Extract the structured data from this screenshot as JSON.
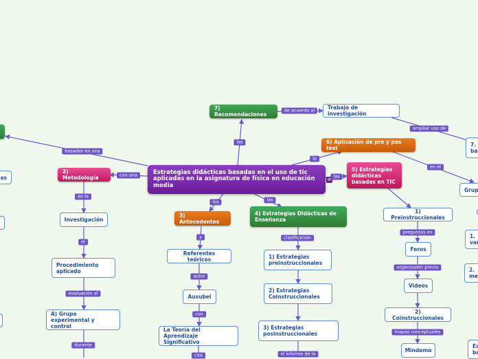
{
  "center": "Estrategias didácticas basadas en el uso de tic aplicadas en la asignatura de física en educación media",
  "nodes": {
    "recomendaciones": "7) Recomendaciones",
    "trabajo": "Trabajo de investigación",
    "aplicacion": "6) Aplicación de pre y pos test",
    "metodologia": "2) Metodología",
    "estrategias_tic": "5) Estrategias didácticas basadas en TIC",
    "antecedentes": "3) Antecedentes",
    "estrategias_ens": "4) Estrategias Didácticas de Enseñanza",
    "investigacion": "Investigación",
    "procedimiento": "Procedimiento aplicado",
    "grupo": "A) Grupo experimental y control",
    "referentes": "Referentes teóricos",
    "ausubel": "Ausubel",
    "teoria": "La Teoría del Aprendizaje Significativo",
    "preinstruccionales": "1) Estrategias preinstruccionales",
    "coinstruccionales": "2) Estrategias Coinstruccionales",
    "posinstruccionales": "3) Estrategias posinstruccionales",
    "preinstruccional_tic": "1) Preinstruccionales",
    "foros": "Foros",
    "videos": "Videos",
    "coinstruccional_tic": "2) Coinstruccionales",
    "mindomo": "Mindomo",
    "edge_1": "7.",
    "edge_1b": "ba",
    "edge_2": "Grup",
    "edge_3": "1.",
    "edge_3b": "var",
    "edge_4": "2.",
    "edge_4b": "me",
    "edge_5": "Es",
    "edge_5b": "ba",
    "edge_6": "as"
  },
  "labels": {
    "las_up": "las",
    "de_acuerdo": "de acuerdo al",
    "ampliar": "ampliar uso de",
    "la": "la",
    "en_el": "en el",
    "basadas": "basadas en una",
    "con_una": "con una",
    "las_right": "las",
    "los": "los",
    "las_down": "las",
    "en_la": "en la",
    "el": "el",
    "evaluacion": "evaluación al",
    "durante": "durante",
    "y": "y",
    "autor": "autor",
    "con": "con",
    "cita": "cita",
    "clasificacion": "clasificación",
    "informe": "el informe de la",
    "preguntas": "preguntas en",
    "organizador": "organizador previo",
    "mapas": "mapas conceptuales"
  },
  "badge": "≡",
  "colors": {
    "link": "#6a5acd",
    "node_border": "#5b8fd6",
    "label_bg": "#6f54c6"
  }
}
